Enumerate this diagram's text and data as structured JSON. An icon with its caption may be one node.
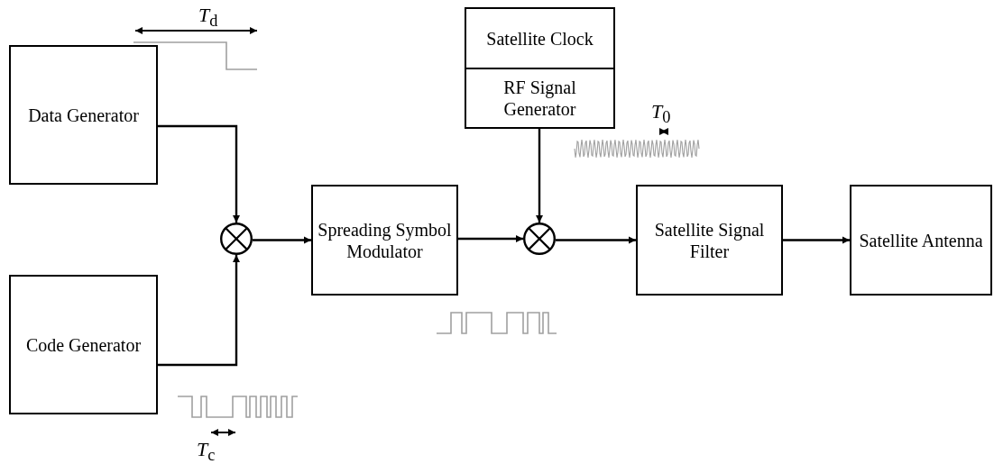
{
  "diagram": {
    "nodes": [
      {
        "text": [
          "Data Generator"
        ]
      },
      {
        "text": [
          "Code Generator"
        ]
      },
      {
        "text": [],
        "shape": "circle"
      },
      {
        "text": [
          "Spreading Symbol Modulator"
        ]
      },
      {
        "text": [],
        "shape": "circle"
      },
      {
        "text": [
          "Satellite Clock"
        ]
      },
      {
        "text": [
          "RF Signal Generator"
        ]
      },
      {
        "text": [
          "Satellite Signal Filter"
        ]
      },
      {
        "text": [
          "Satellite Antenna"
        ]
      }
    ],
    "edges": [
      {
        "from": 0,
        "to": 2,
        "arrow": "to"
      },
      {
        "from": 1,
        "to": 2,
        "arrow": "to"
      },
      {
        "from": 2,
        "to": 3,
        "arrow": "to"
      },
      {
        "from": 3,
        "to": 4,
        "arrow": "to"
      },
      {
        "from": 6,
        "to": 4,
        "arrow": "to"
      },
      {
        "from": 4,
        "to": 7,
        "arrow": "to"
      },
      {
        "from": 7,
        "to": 8,
        "arrow": "to"
      }
    ],
    "labels": [
      "*T*$_{d}$",
      "*T*$_{0}$",
      "*T*$_{c}$"
    ]
  }
}
